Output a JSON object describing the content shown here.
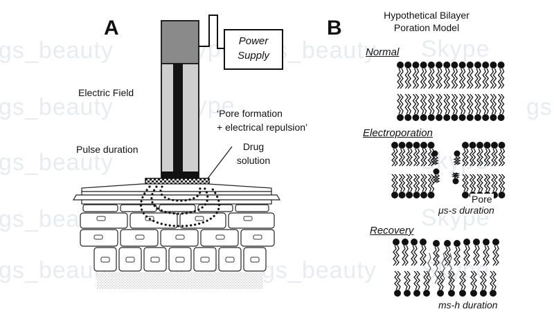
{
  "watermarks": [
    "gs_beauty",
    "Skype",
    "gs_beauty",
    "Skype",
    "gs_beauty",
    "Skype",
    "gs",
    "gs_beauty",
    "Skype",
    "gs_beauty",
    "Skype",
    "gs_beauty",
    "Skype",
    "gs_beauty",
    "Skype"
  ],
  "panel_a": {
    "letter": "A",
    "power_supply_line1": "Power",
    "power_supply_line2": "Supply",
    "electric_field": "Electric Field",
    "pulse_duration": "Pulse duration",
    "pore_line1": "‘Pore formation",
    "pore_line2": "+ electrical repulsion’",
    "drug_line1": "Drug",
    "drug_line2": "solution"
  },
  "panel_b": {
    "letter": "B",
    "title_line1": "Hypothetical Bilayer",
    "title_line2": "Poration Model",
    "normal": "Normal",
    "electroporation": "Electroporation",
    "pore": "Pore",
    "us_duration": "μs-s duration",
    "recovery": "Recovery",
    "ms_duration": "ms-h duration"
  }
}
